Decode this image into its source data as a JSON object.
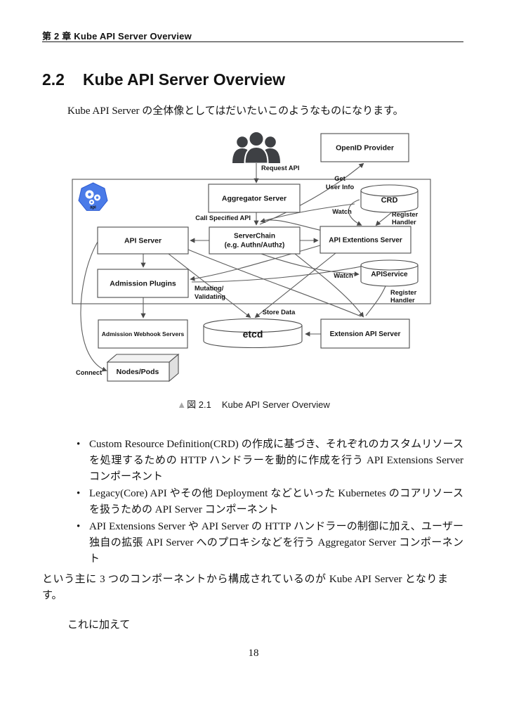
{
  "page": {
    "header": "第 2 章 Kube API Server Overview",
    "section": {
      "number": "2.2",
      "title": "Kube API Server Overview"
    },
    "intro": "Kube API Server の全体像としてはだいたいこのようなものになります。",
    "figure": {
      "marker": "▲",
      "label": "図 2.1",
      "title": "Kube API Server Overview"
    },
    "bullet_marker": "•",
    "bullets": [
      "Custom Resource Definition(CRD) の作成に基づき、それぞれのカスタムリソースを処理するための HTTP ハンドラーを動的に作成を行う API Extensions Server コンポーネント",
      "Legacy(Core) API やその他 Deployment などといった Kubernetes のコアリソースを扱うための API Server コンポーネント",
      "API Extensions Server や API Server の HTTP ハンドラーの制御に加え、ユーザー独自の拡張 API Server へのプロキシなどを行う Aggregator Server コンポーネント"
    ],
    "outro": "という主に 3 つのコンポーネントから構成されているのが Kube API Server となります。",
    "closing": "これに加えて",
    "page_number": "18"
  },
  "diagram": {
    "nodes": {
      "openid": "OpenID Provider",
      "aggregator": "Aggregator Server",
      "crd": "CRD",
      "api_server": "API Server",
      "serverchain_line1": "ServerChain",
      "serverchain_line2": "(e.g. Authn/Authz)",
      "api_extentions": "API Extentions Server",
      "admission_plugins": "Admission Plugins",
      "apiservice": "APIService",
      "admission_webhook": "Admission Webhook Servers",
      "etcd": "etcd",
      "extension_api": "Extension API Server",
      "nodes_pods": "Nodes/Pods"
    },
    "edge_labels": {
      "request_api": "Request API",
      "get_line1": "Get",
      "get_line2": "User Info",
      "watch": "Watch",
      "register_line1": "Register",
      "register_line2": "Handler",
      "call_specified": "Call Specified API",
      "mutating_line1": "Mutating/",
      "mutating_line2": "Validating",
      "store_data": "Store Data",
      "connect": "Connect"
    },
    "logo_text": "api"
  },
  "colors": {
    "kubernetes_blue": "#4a7be8",
    "line_gray": "#5d5d5d",
    "caption_marker_gray": "#a6a6a6"
  }
}
